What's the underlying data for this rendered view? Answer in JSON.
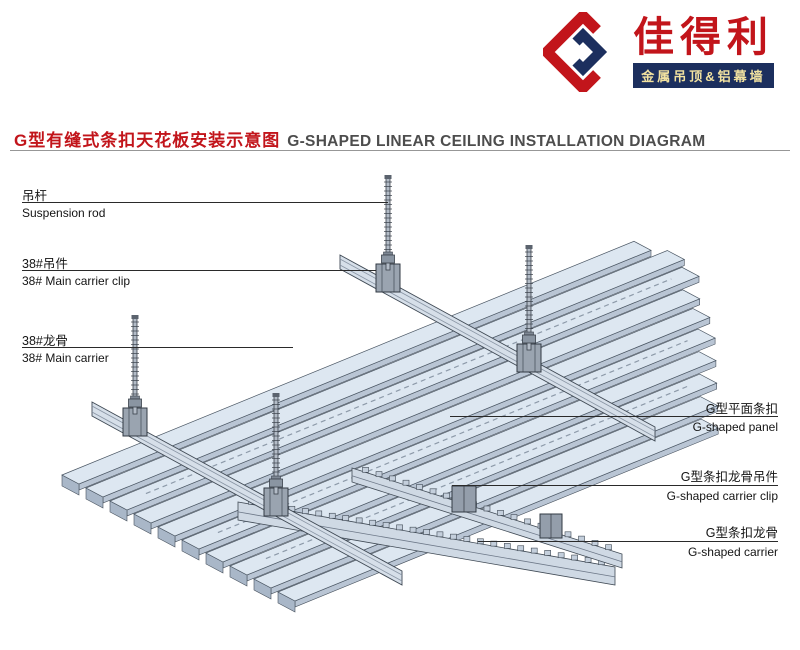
{
  "header": {
    "brand": "佳得利",
    "tagline": "金属吊顶&铝幕墙",
    "title_cn": "G型有缝式条扣天花板安装示意图",
    "title_en": "G-SHAPED LINEAR CEILING INSTALLATION DIAGRAM"
  },
  "labels": {
    "suspension_rod": {
      "cn": "吊杆",
      "en": "Suspension rod"
    },
    "main_carrier_clip": {
      "cn": "38#吊件",
      "en": "38# Main carrier clip"
    },
    "main_carrier": {
      "cn": "38#龙骨",
      "en": "38# Main carrier"
    },
    "g_panel": {
      "cn": "G型平面条扣",
      "en": "G-shaped panel"
    },
    "g_carrier_clip": {
      "cn": "G型条扣龙骨吊件",
      "en": "G-shaped carrier clip"
    },
    "g_carrier": {
      "cn": "G型条扣龙骨",
      "en": "G-shaped carrier"
    }
  },
  "colors": {
    "brand_red": "#c2151b",
    "brand_navy": "#1c2f5e",
    "tagline_text": "#f2e2a0",
    "title_gray": "#4d4d4d",
    "panel_fill": "#dde7f1",
    "line_dark": "#2a2a2a"
  }
}
